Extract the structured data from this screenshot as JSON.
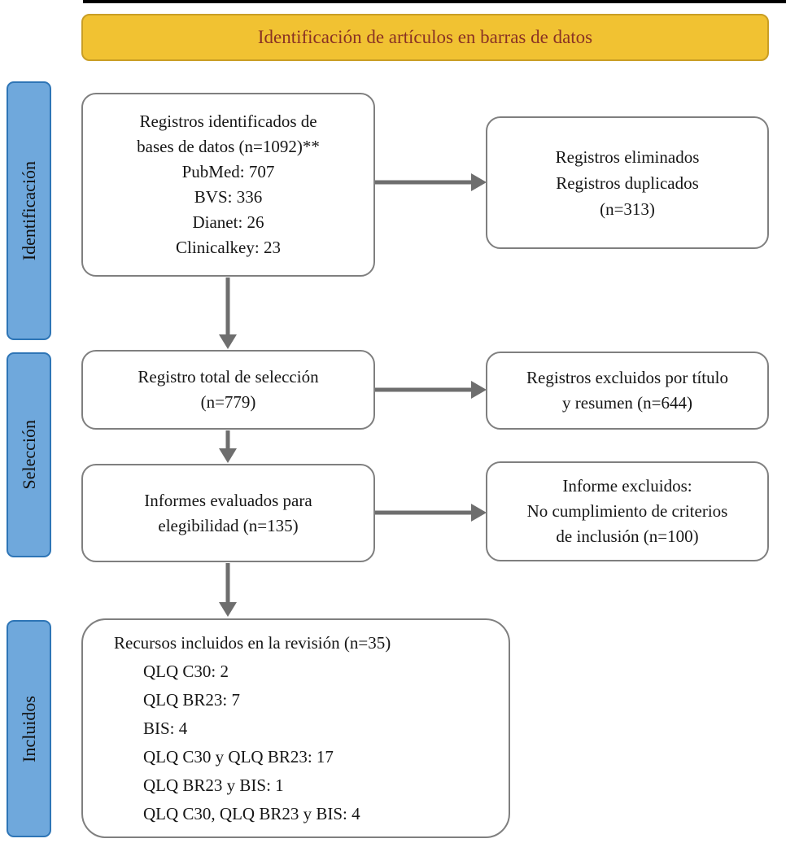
{
  "colors": {
    "header_fill": "#F1C232",
    "header_border": "#C99E25",
    "header_text": "#8A3324",
    "stage_fill": "#6FA8DC",
    "stage_border": "#2E75B6",
    "box_border": "#7F7F7F",
    "arrow": "#6E6E6E"
  },
  "header": {
    "title": "Identificación de artículos en barras de datos"
  },
  "sidebar": {
    "stages": [
      {
        "label": "Identificación"
      },
      {
        "label": "Selección"
      },
      {
        "label": "Incluidos"
      }
    ]
  },
  "flow": {
    "identified": {
      "lines": [
        "Registros identificados de",
        "bases de datos (n=1092)**",
        "PubMed: 707",
        "BVS: 336",
        "Dianet: 26",
        "Clinicalkey: 23"
      ]
    },
    "removed": {
      "lines": [
        "Registros eliminados",
        "Registros duplicados",
        "(n=313)"
      ]
    },
    "selection": {
      "lines": [
        "Registro total de selección",
        "(n=779)"
      ]
    },
    "excluded_title": {
      "lines": [
        "Registros excluidos por título",
        "y resumen (n=644)"
      ]
    },
    "eligibility": {
      "lines": [
        "Informes evaluados para",
        "elegibilidad (n=135)"
      ]
    },
    "excluded_criteria": {
      "lines": [
        "Informe excluidos:",
        "No cumplimiento de criterios",
        "de inclusión (n=100)"
      ]
    },
    "included": {
      "title": "Recursos incluidos en la revisión (n=35)",
      "items": [
        "QLQ C30: 2",
        "QLQ BR23: 7",
        "BIS: 4",
        "QLQ C30 y QLQ BR23: 17",
        "QLQ BR23 y BIS: 1",
        "QLQ C30, QLQ BR23 y BIS: 4"
      ]
    }
  }
}
